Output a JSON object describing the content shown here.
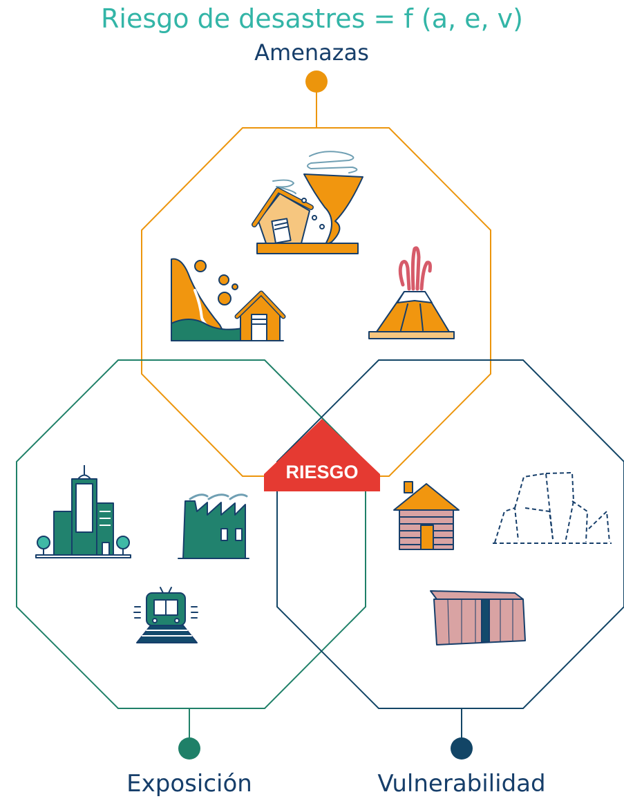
{
  "title": "Riesgo de desastres = f (a, e, v)",
  "hazards_label": "Amenazas",
  "exposure_label": "Exposición",
  "vulnerability_label": "Vulnerabilidad",
  "center_label": "RIESGO",
  "colors": {
    "title": "#33b5a7",
    "labels": "#163e6a",
    "hazards": "#ec950c",
    "exposure": "#1f8068",
    "vulnerability": "#124566",
    "riesgo": "#e53a32",
    "icon_orange": "#f1960f",
    "icon_green": "#21826e",
    "icon_navy": "#134a6c",
    "icon_pink": "#d9a3a3"
  },
  "icons": {
    "hazards": [
      "tornado-house-icon",
      "landslide-icon",
      "volcano-icon"
    ],
    "exposure": [
      "buildings-icon",
      "factory-icon",
      "train-icon"
    ],
    "vulnerability": [
      "log-cabin-icon",
      "collapsed-building-icon",
      "shack-icon"
    ]
  }
}
